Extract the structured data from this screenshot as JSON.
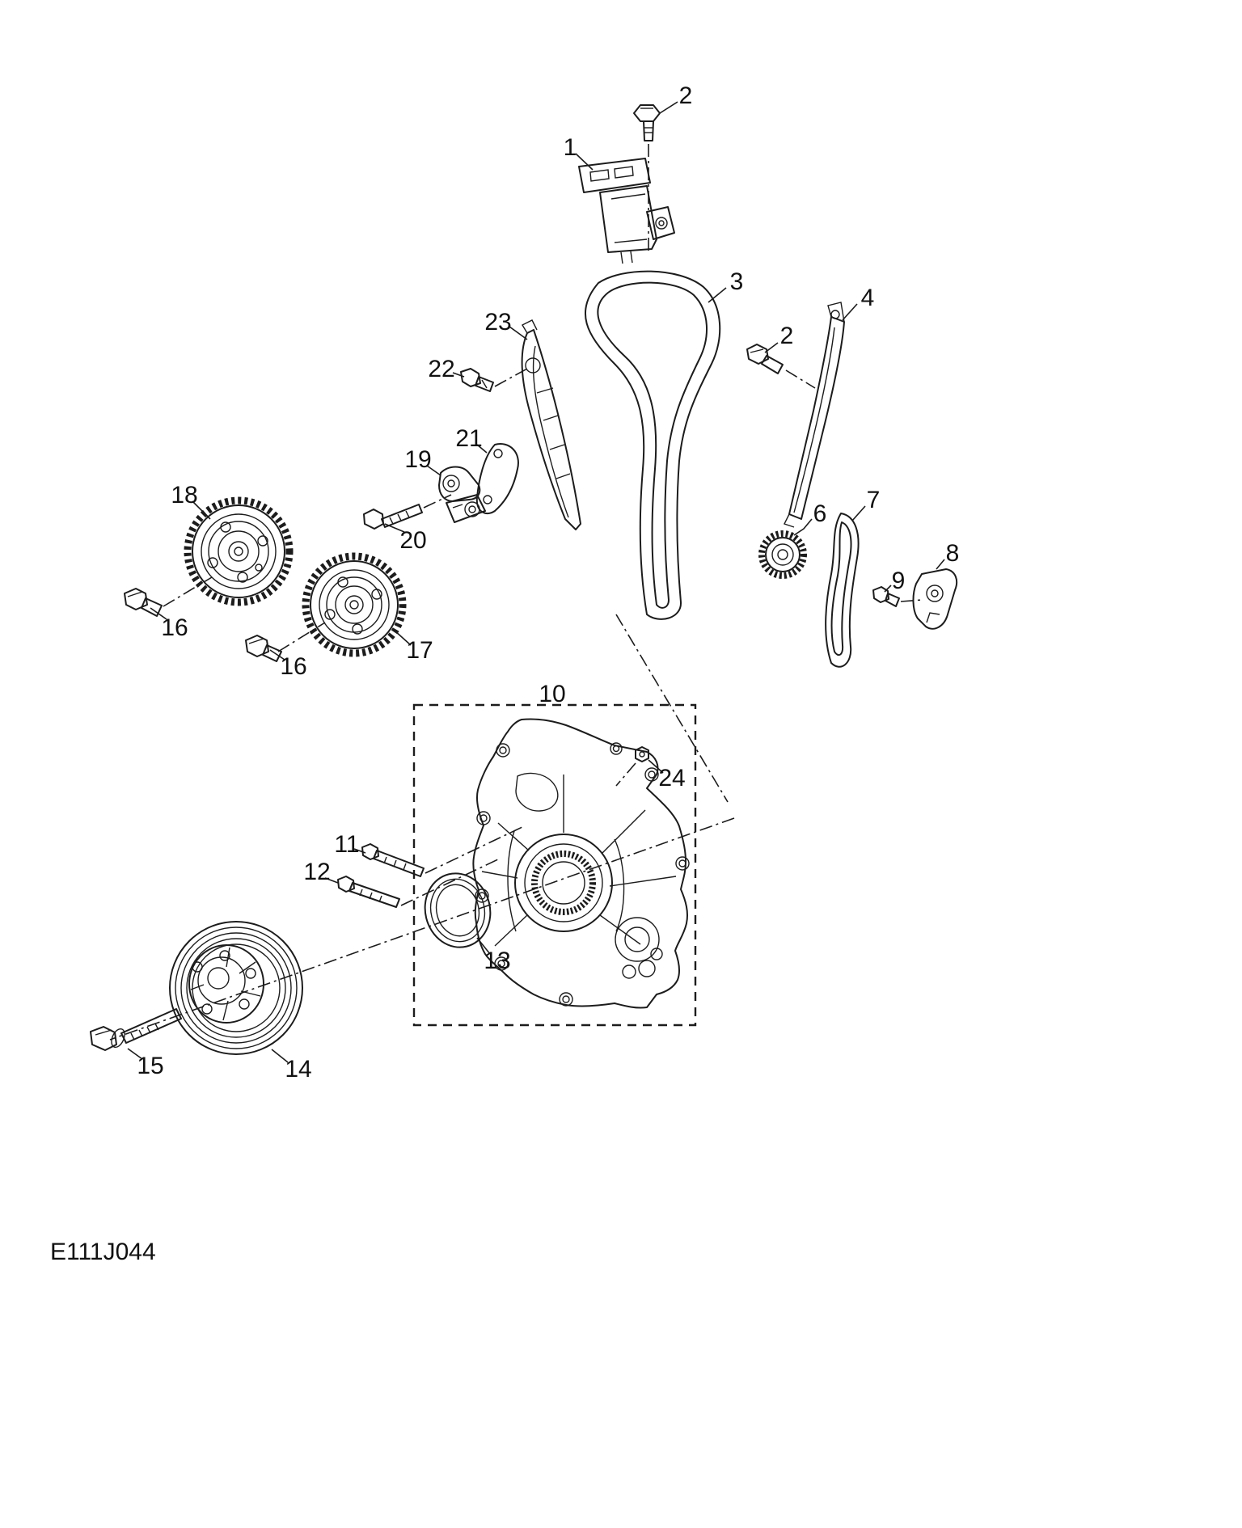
{
  "figure": {
    "code": "E111J044"
  },
  "callouts": [
    {
      "text": "2"
    },
    {
      "text": "1"
    },
    {
      "text": "3"
    },
    {
      "text": "23"
    },
    {
      "text": "4"
    },
    {
      "text": "2"
    },
    {
      "text": "22"
    },
    {
      "text": "21"
    },
    {
      "text": "19"
    },
    {
      "text": "18"
    },
    {
      "text": "7"
    },
    {
      "text": "6"
    },
    {
      "text": "20"
    },
    {
      "text": "8"
    },
    {
      "text": "9"
    },
    {
      "text": "16"
    },
    {
      "text": "17"
    },
    {
      "text": "16"
    },
    {
      "text": "10"
    },
    {
      "text": "24"
    },
    {
      "text": "11"
    },
    {
      "text": "12"
    },
    {
      "text": "13"
    },
    {
      "text": "14"
    },
    {
      "text": "15"
    }
  ]
}
